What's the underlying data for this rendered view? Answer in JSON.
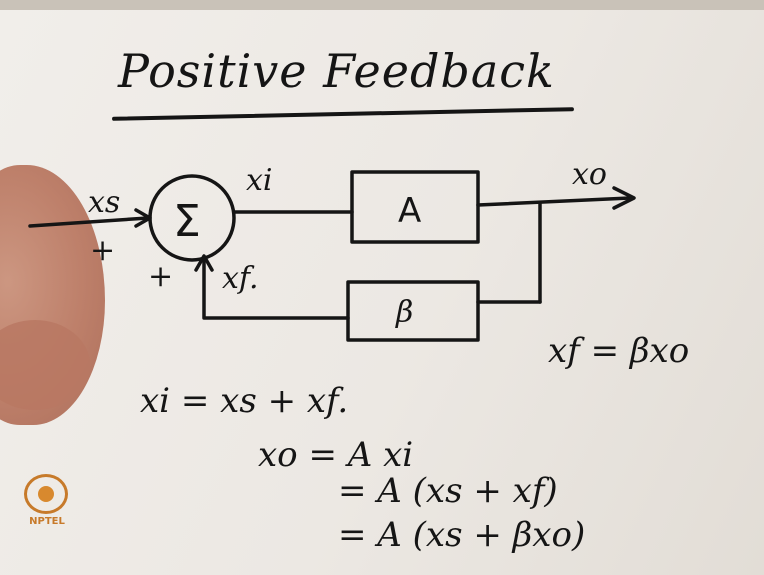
{
  "title": "Positive Feedback",
  "diagram": {
    "input_signal": "xs",
    "input_sign": "+",
    "summer_symbol": "Σ",
    "feedback_sign": "+",
    "error_signal": "xi",
    "forward_block": "A",
    "output_signal": "xo",
    "feedback_block": "β",
    "feedback_signal": "xf."
  },
  "relation": "xf = βxo",
  "equations": [
    "xi = xs + xf.",
    "xo = A xi",
    "= A (xs + xf)",
    "= A (xs + βxo)"
  ],
  "logo": {
    "text": "NPTEL",
    "name": "nptel-logo"
  },
  "colors": {
    "ink": "#151515",
    "logo": "#c77a2a",
    "board": "#ece8e3"
  }
}
